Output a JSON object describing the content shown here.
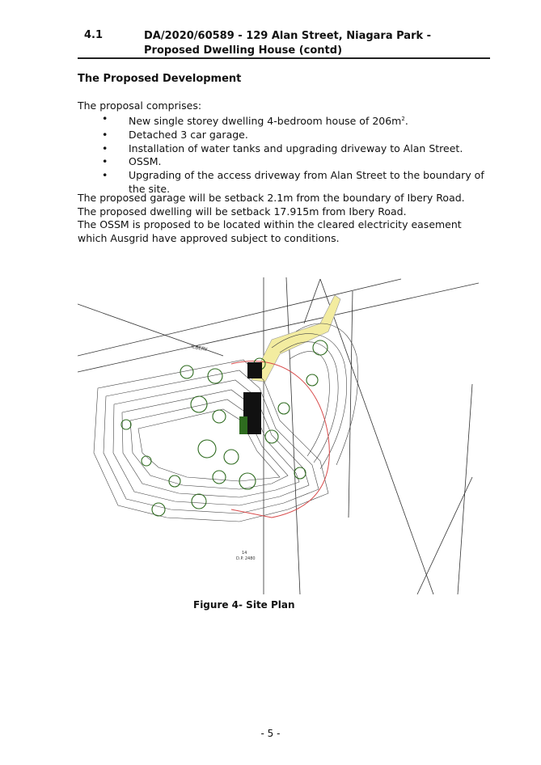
{
  "header": {
    "item_number": "4.1",
    "title": "DA/2020/60589 - 129 Alan Street, Niagara Park - Proposed Dwelling House (contd)"
  },
  "section_title": "The Proposed Development",
  "intro": "The proposal comprises:",
  "bullets": {
    "b1": "New single storey dwelling 4-bedroom house of 206m",
    "b1_sup": "2",
    "b1_end": ".",
    "b2": "Detached 3 car garage.",
    "b3": "Installation of water tanks and upgrading driveway to Alan Street.",
    "b4": "OSSM.",
    "b5": "Upgrading of the access driveway from Alan Street to the boundary of the site."
  },
  "paragraphs": {
    "p1": "The proposed garage will be setback 2.1m from the boundary of Ibery Road. The proposed dwelling will be setback 17.915m from Ibery Road.",
    "p2": "The OSSM is proposed to be located within the cleared electricity easement which Ausgrid have approved subject to conditions."
  },
  "figure": {
    "caption": "Figure 4- Site Plan",
    "road_label": "ILBERY",
    "lot_label_1": "14",
    "lot_label_2": "D.P. 2480",
    "colors": {
      "linework": "#333333",
      "trees": "#2e6b1f",
      "driveway": "#f3eca0",
      "easement": "#d84b4b",
      "building": "#111111"
    }
  },
  "footer": {
    "page_number": "- 5 -"
  }
}
